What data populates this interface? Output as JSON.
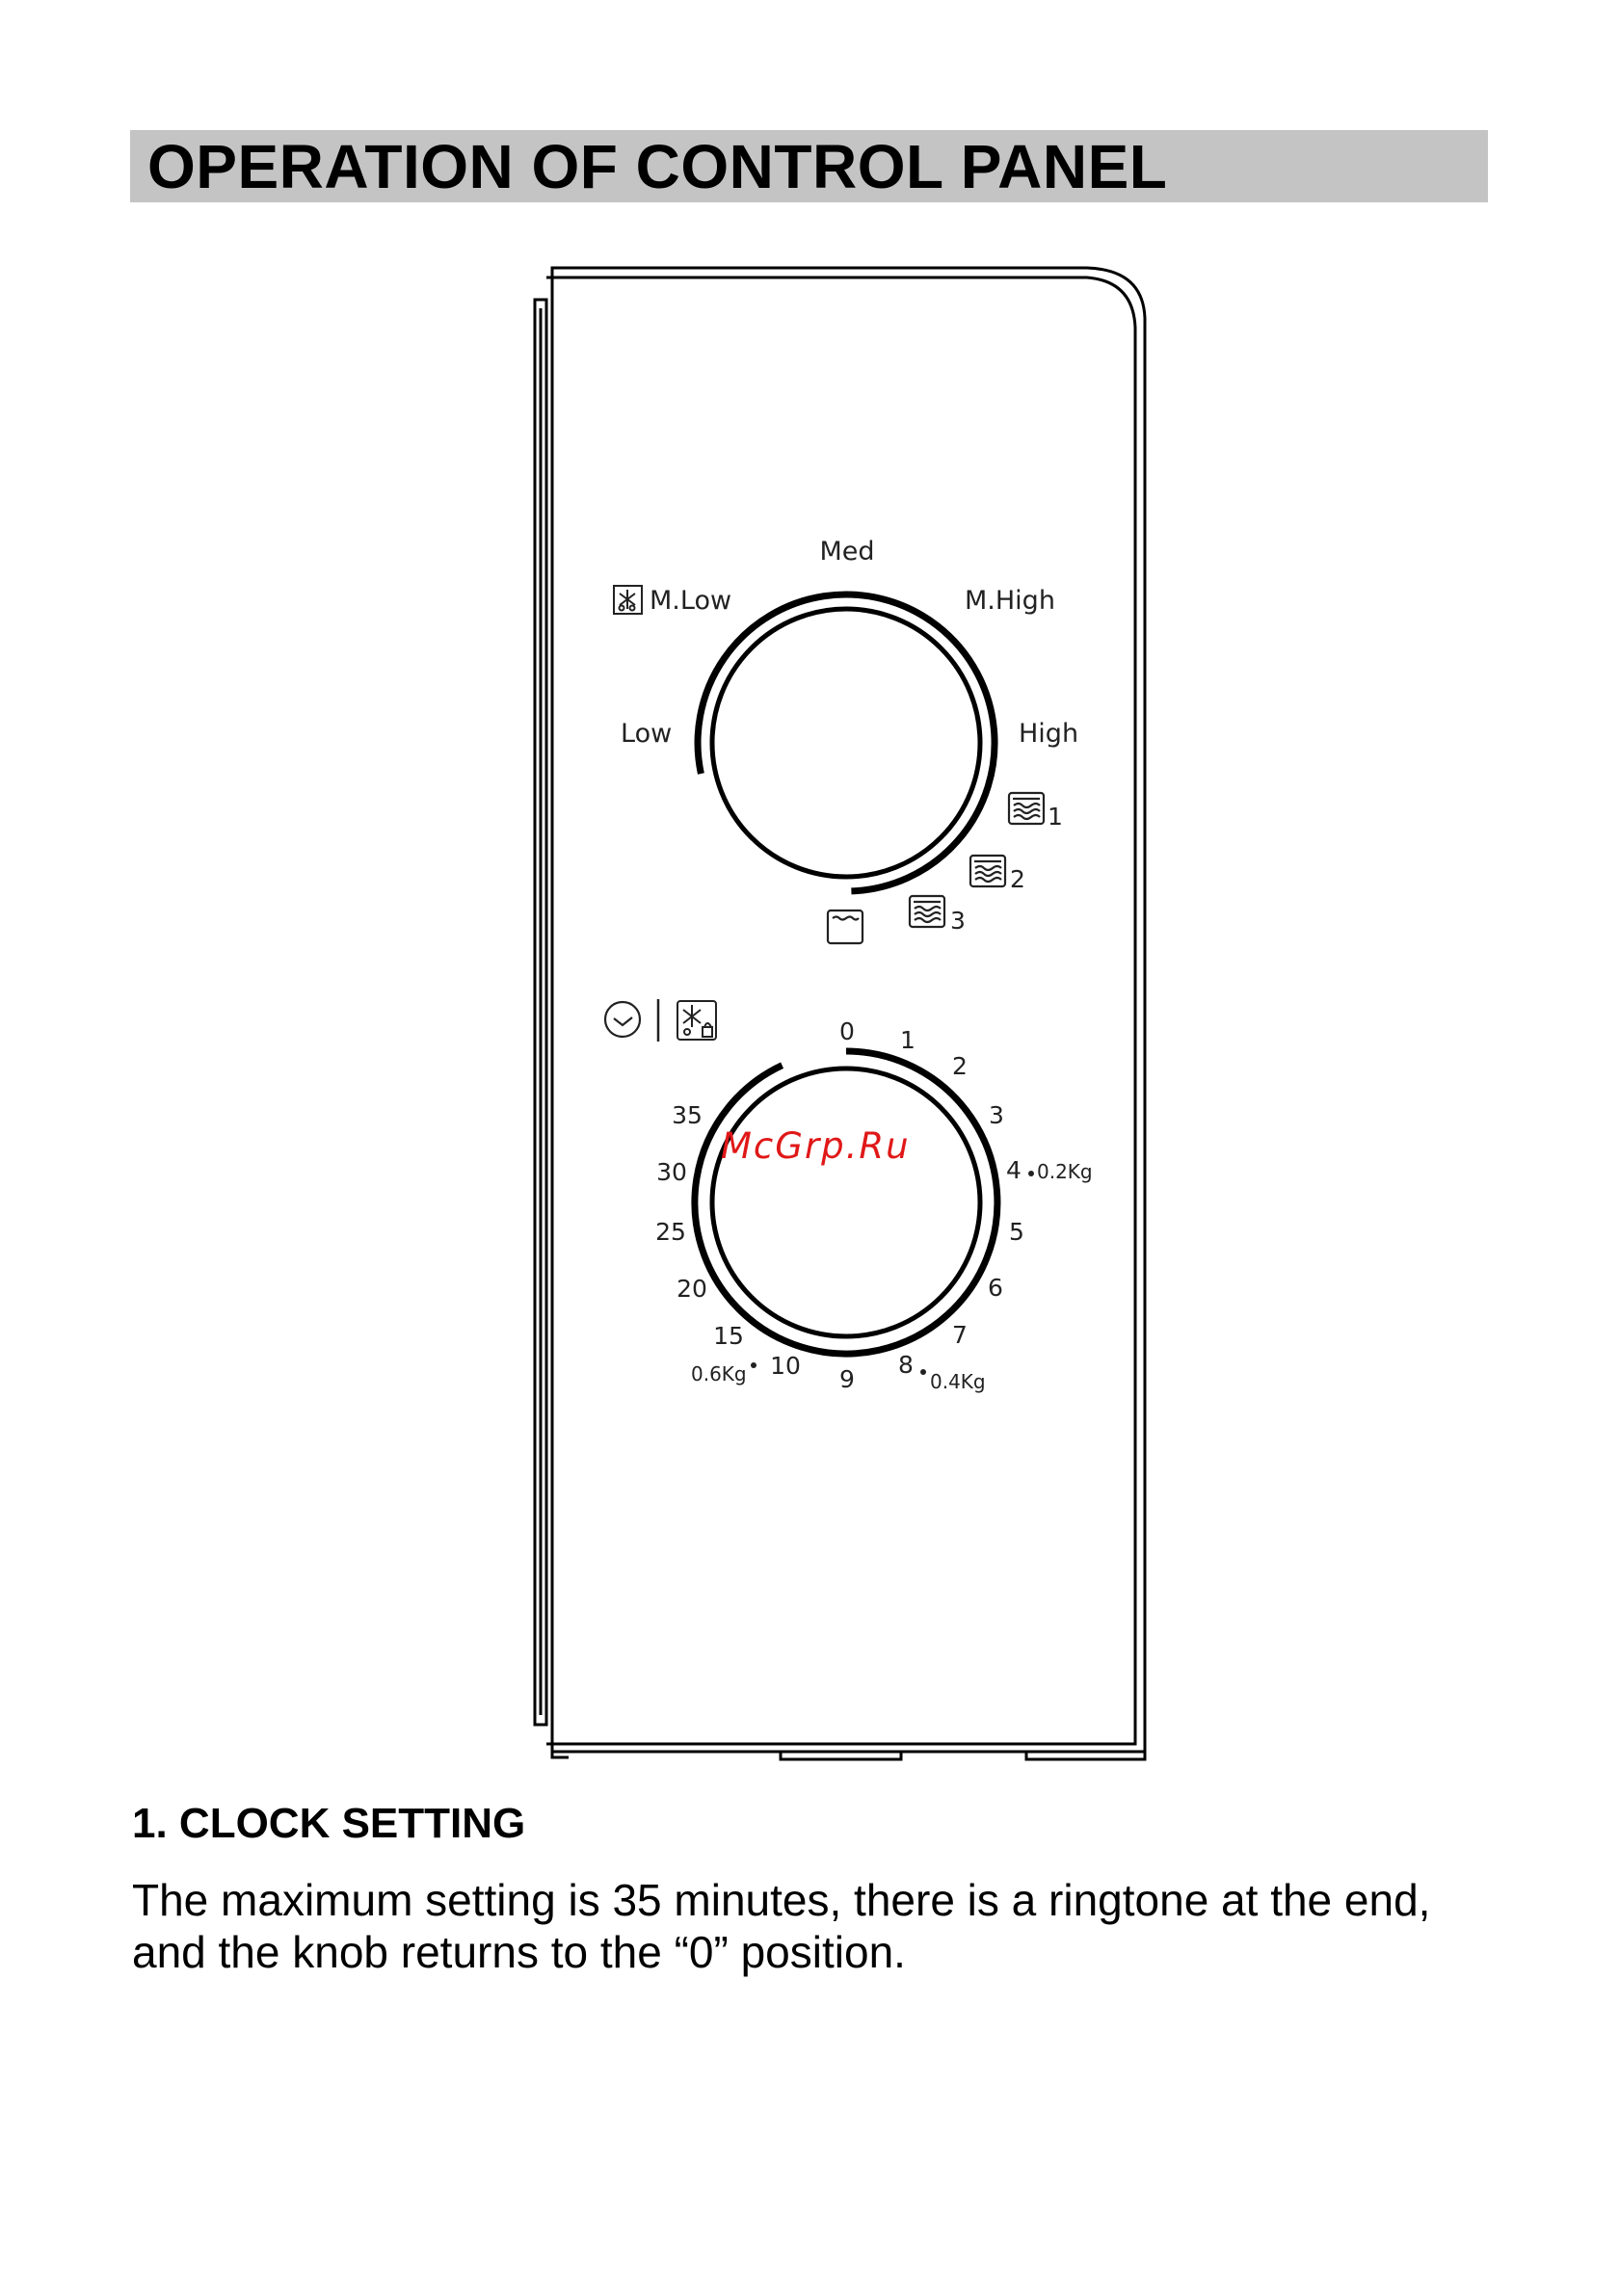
{
  "page": {
    "title": "OPERATION OF CONTROL PANEL",
    "title_bar_color": "#c4c4c4"
  },
  "power_knob": {
    "labels": {
      "med": "Med",
      "m_low": "M.Low",
      "m_high": "M.High",
      "low": "Low",
      "high": "High",
      "combi_1": "1",
      "combi_2": "2",
      "combi_3": "3"
    },
    "icons": [
      "defrost-icon",
      "grill-combi-icon",
      "grill-icon"
    ]
  },
  "timer_knob": {
    "icons": [
      "clock-icon",
      "defrost-weight-icon"
    ],
    "scale": {
      "0": "0",
      "1": "1",
      "2": "2",
      "3": "3",
      "4": "4",
      "5": "5",
      "6": "6",
      "7": "7",
      "8": "8",
      "9": "9",
      "10": "10",
      "15": "15",
      "20": "20",
      "25": "25",
      "30": "30",
      "35": "35"
    },
    "weights": {
      "w02": "0.2Kg",
      "w04": "0.4Kg",
      "w06": "0.6Kg"
    }
  },
  "watermark": "McGrp.Ru",
  "watermark_color": "#e01818",
  "section": {
    "heading": "1. CLOCK SETTING",
    "body": "The maximum setting is 35 minutes, there is a ringtone at the end, and the knob returns to the “0” position."
  }
}
